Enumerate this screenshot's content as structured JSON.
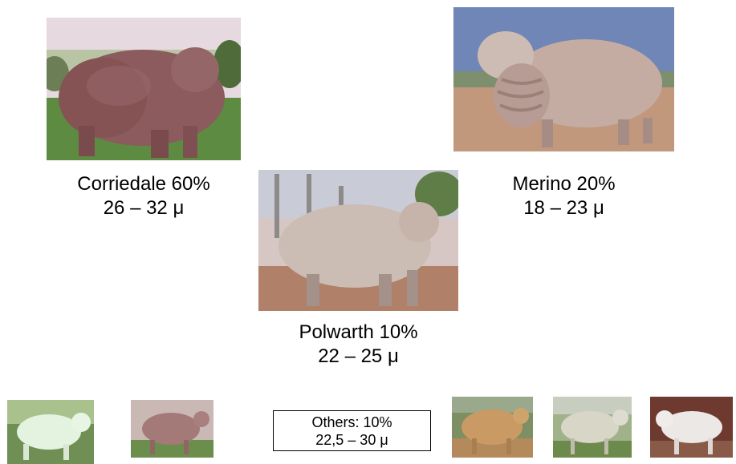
{
  "breeds": {
    "corriedale": {
      "name": "Corriedale 60%",
      "micron": "26 – 32 μ"
    },
    "merino": {
      "name": "Merino 20%",
      "micron": "18 – 23 μ"
    },
    "polwarth": {
      "name": "Polwarth 10%",
      "micron": "22 – 25 μ"
    }
  },
  "others": {
    "line1": "Others: 10%",
    "line2": "22,5 – 30 μ"
  },
  "colors": {
    "sky": "#d9ccd6",
    "grass": "#5c8a3e",
    "wool_brown": "#8a5a5a",
    "wool_cream": "#c4b3a8",
    "wool_white": "#e8e4e0",
    "ground": "#b58a6e"
  }
}
